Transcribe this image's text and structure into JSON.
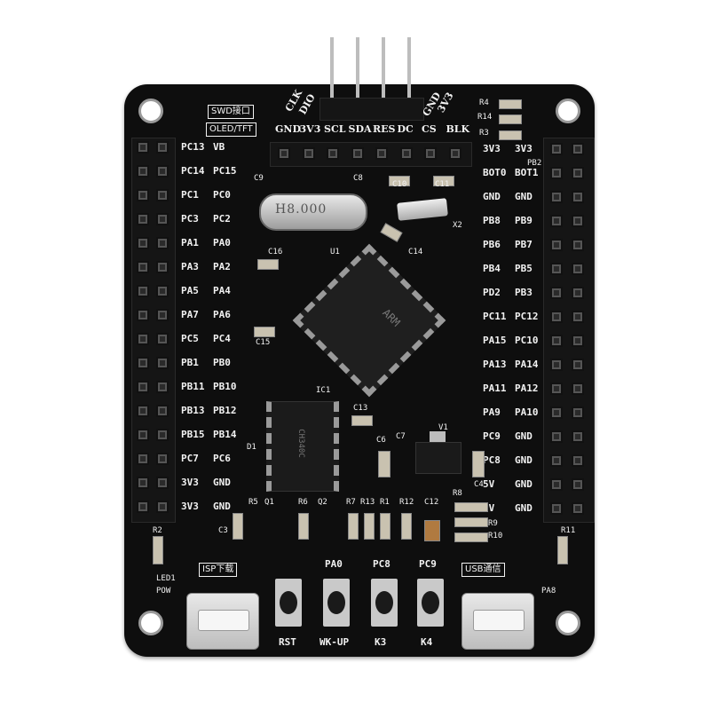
{
  "board": {
    "swd_label": "SWD接口",
    "oled_label": "OLED/TFT",
    "top_pins_rotated": [
      "CLK",
      "DIO",
      "GND",
      "3V3"
    ],
    "top_row": [
      "GND",
      "3V3",
      "SCL",
      "SDA",
      "RES",
      "DC",
      "CS",
      "BLK"
    ],
    "crystal_text": "H8.000",
    "left_header": [
      [
        "PC13",
        "VB"
      ],
      [
        "PC14",
        "PC15"
      ],
      [
        "PC1",
        "PC0"
      ],
      [
        "PC3",
        "PC2"
      ],
      [
        "PA1",
        "PA0"
      ],
      [
        "PA3",
        "PA2"
      ],
      [
        "PA5",
        "PA4"
      ],
      [
        "PA7",
        "PA6"
      ],
      [
        "PC5",
        "PC4"
      ],
      [
        "PB1",
        "PB0"
      ],
      [
        "PB11",
        "PB10"
      ],
      [
        "PB13",
        "PB12"
      ],
      [
        "PB15",
        "PB14"
      ],
      [
        "PC7",
        "PC6"
      ],
      [
        "3V3",
        "GND"
      ],
      [
        "3V3",
        "GND"
      ]
    ],
    "right_header": [
      [
        "3V3",
        "3V3"
      ],
      [
        "BOT0",
        "BOT1"
      ],
      [
        "GND",
        "GND"
      ],
      [
        "PB8",
        "PB9"
      ],
      [
        "PB6",
        "PB7"
      ],
      [
        "PB4",
        "PB5"
      ],
      [
        "PD2",
        "PB3"
      ],
      [
        "PC11",
        "PC12"
      ],
      [
        "PA15",
        "PC10"
      ],
      [
        "PA13",
        "PA14"
      ],
      [
        "PA11",
        "PA12"
      ],
      [
        "PA9",
        "PA10"
      ],
      [
        "PC9",
        "GND"
      ],
      [
        "PC8",
        "GND"
      ],
      [
        "5V",
        "GND"
      ],
      [
        "5V",
        "GND"
      ]
    ],
    "refs": {
      "c9": "C9",
      "c8": "C8",
      "c10": "C10",
      "c11": "C11",
      "x2": "X2",
      "c14": "C14",
      "c16": "C16",
      "u1": "U1",
      "c15": "C15",
      "ic1": "IC1",
      "c13": "C13",
      "v1": "V1",
      "c6": "C6",
      "c7": "C7",
      "c4": "C4",
      "d1": "D1",
      "r8": "R8",
      "r9": "R9",
      "r10": "R10",
      "r4": "R4",
      "r14": "R14",
      "r3": "R3",
      "pb2": "PB2",
      "r5": "R5",
      "q1": "Q1",
      "r6": "R6",
      "q2": "Q2",
      "r7": "R7",
      "r13": "R13",
      "r1": "R1",
      "r12": "R12",
      "c12": "C12",
      "c3": "C3",
      "r2": "R2",
      "r11": "R11",
      "led1": "LED1",
      "pow": "POW",
      "pa8": "PA8"
    },
    "isp_label": "ISP下载",
    "usb_label": "USB通信",
    "buttons": [
      {
        "top": "",
        "bottom": "RST"
      },
      {
        "top": "PA0",
        "bottom": "WK-UP"
      },
      {
        "top": "PC8",
        "bottom": "K3"
      },
      {
        "top": "PC9",
        "bottom": "K4"
      }
    ],
    "mcu_marking": "ARM",
    "ic1_marking": "CH340C"
  }
}
